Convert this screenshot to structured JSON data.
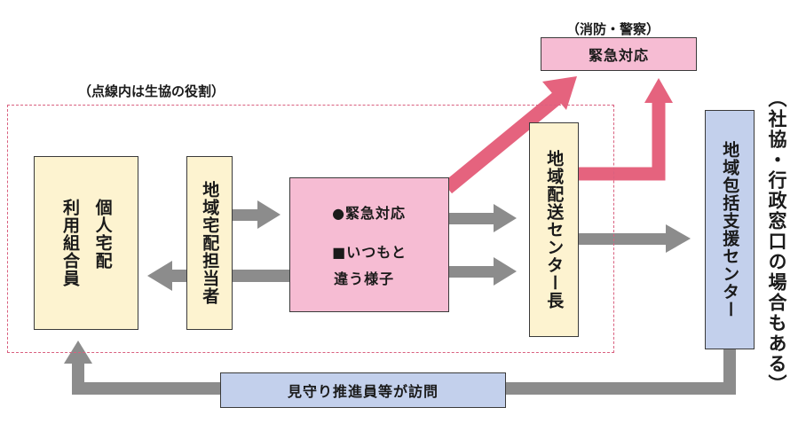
{
  "labels": {
    "police_fire": "（消防・警察）",
    "dashed_area": "（点線内は生協の役割）",
    "side_note": "（社協・行政窓口の場合もある）"
  },
  "boxes": {
    "emergency": "緊急対応",
    "member": "個人宅配\n利用組合員",
    "member_col1": "個人宅配",
    "member_col2": "利用組合員",
    "staff": "地域宅配担当者",
    "center_line1": "●緊急対応",
    "center_line2a": "■いつもと",
    "center_line2b": "違う様子",
    "manager": "地域配送センター長",
    "support": "地域包括支援センター",
    "visit": "見守り推進員等が訪問"
  },
  "colors": {
    "pink_box": "#f6bcd3",
    "cream_box": "#fdf3d0",
    "blue_box": "#c3d0ec",
    "gray_arrow": "#8c8c8c",
    "pink_arrow": "#e5637e",
    "dashed_border": "#d9607f"
  }
}
